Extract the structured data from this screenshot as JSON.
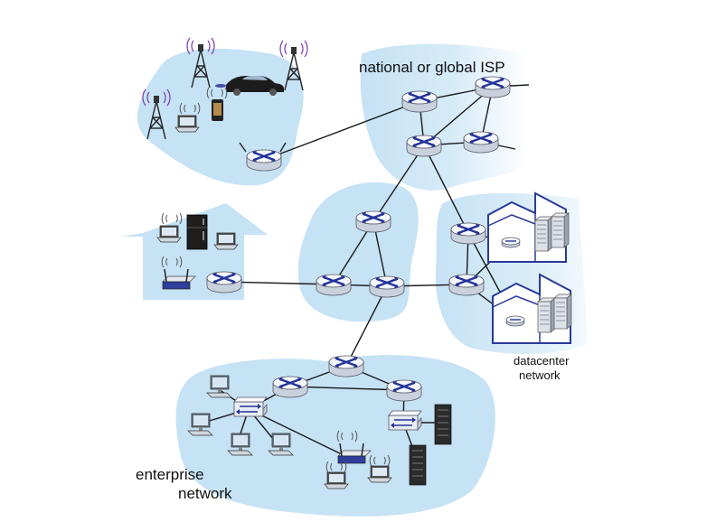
{
  "labels": {
    "isp": "national or global ISP",
    "datacenter_line1": "datacenter",
    "datacenter_line2": "network",
    "enterprise_line1": "enterprise",
    "enterprise_line2": "network"
  },
  "colors": {
    "region_fill": "#c6e2f5",
    "link": "#1a1a1a",
    "router_top": "#f4f7fb",
    "router_side": "#c9d2dc",
    "router_arrows": "#23339a",
    "building": "#2a3a9a",
    "device_dark": "#222222"
  },
  "icons": [
    "router-icon",
    "cell-tower-icon",
    "car-icon",
    "phone-icon",
    "laptop-icon",
    "desktop-icon",
    "server-icon",
    "switch-icon",
    "wifi-ap-icon",
    "fridge-icon",
    "building-icon"
  ]
}
